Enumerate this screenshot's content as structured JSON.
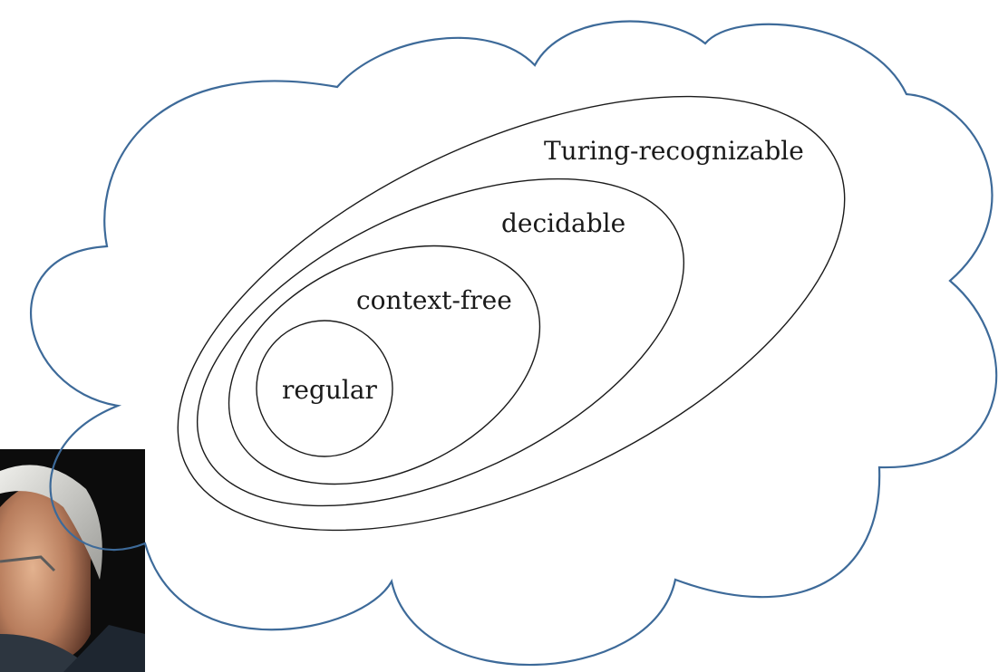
{
  "diagram": {
    "labels": {
      "turing_recognizable": "Turing-recognizable",
      "decidable": "decidable",
      "context_free": "context-free",
      "regular": "regular"
    },
    "cloud_color": "#3d6a99",
    "line_color": "#1a1a1a"
  }
}
